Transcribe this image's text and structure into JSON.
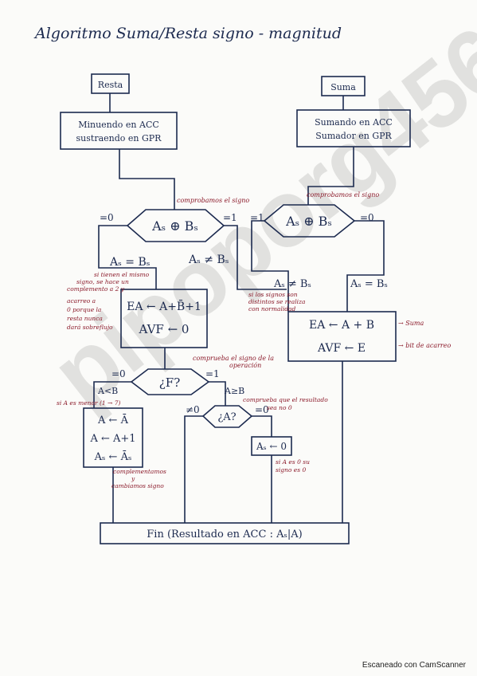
{
  "title": "Algoritmo   Suma/Resta   signo - magnitud",
  "start": {
    "resta": "Resta",
    "suma": "Suma"
  },
  "boxes": {
    "resta_load": [
      "Minuendo en ACC",
      "sustraendo en GPR"
    ],
    "suma_load": [
      "Sumando en ACC",
      "Sumador en GPR"
    ],
    "complement_step": [
      "EA ← A+B̄+1",
      "AVF ← 0"
    ],
    "add_step": [
      "EA ← A + B",
      "AVF ← E"
    ],
    "negate_step": [
      "A ← Ā",
      "A ← A+1",
      "Aₛ ← Āₛ"
    ],
    "zero_sign": "Aₛ ← 0",
    "end": "Fin (Resultado en ACC : Aₛ|A)"
  },
  "decisions": {
    "left_sign": "Aₛ ⊕ Bₛ",
    "right_sign": "Aₛ ⊕ Bₛ",
    "f": "¿F?",
    "a": "¿A?"
  },
  "branch_labels": {
    "left_eq0": "=0",
    "left_eq1": "=1",
    "right_eq1": "=1",
    "right_eq0": "=0",
    "as_eq_bs_left": "Aₛ = Bₛ",
    "as_neq_bs_left": "Aₛ ≠ Bₛ",
    "as_neq_bs_right": "Aₛ ≠ Bₛ",
    "as_eq_bs_right": "Aₛ = Bₛ",
    "f_eq0": "=0",
    "f_eq1": "=1",
    "a_less_b": "A<B",
    "a_geq_b": "A≥B",
    "a_neq0": "≠0",
    "a_eq0": "=0"
  },
  "notes": {
    "sign_check_left": "comprobamos el signo",
    "sign_check_right": "comprobamos el signo",
    "same_sign": [
      "si tienen el mismo",
      "signo, se hace un",
      "complemento a 2 y",
      "acarreo a",
      "0 porque la",
      "resta nunca",
      "dará sobreflujo"
    ],
    "diff_sign": [
      "si los signos son",
      "distintos se realiza",
      "con normalidad"
    ],
    "suma": "→ Suma",
    "carry_bit": "→ bit de acarreo",
    "op_sign": [
      "comprueba el signo de la",
      "operación"
    ],
    "a_smaller": "si A es menor (1 → 7)",
    "check_zero": [
      "comprueba que el resultado",
      "sea no 0"
    ],
    "complement_change": [
      "complementamos",
      "y",
      "cambiamos signo"
    ],
    "a_zero": [
      "si A es 0 su",
      "signo es 0"
    ]
  },
  "watermark": "pipoporg456",
  "footer": "Escaneado con CamScanner"
}
